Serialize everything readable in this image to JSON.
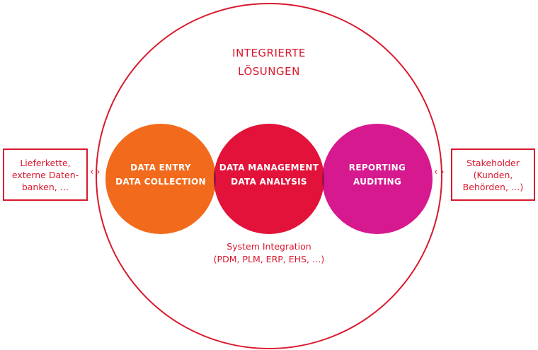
{
  "title": {
    "line1": "INTEGRIERTE",
    "line2": "LÖSUNGEN"
  },
  "circles": [
    {
      "line1": "DATA ENTRY",
      "line2": "DATA COLLECTION",
      "color": "#f26a1b"
    },
    {
      "line1": "DATA MANAGEMENT",
      "line2": "DATA ANALYSIS",
      "color": "#e3123a"
    },
    {
      "line1": "REPORTING",
      "line2": "AUDITING",
      "color": "#d6198f"
    }
  ],
  "overlap_color": "#9a1048",
  "accent_color": "#d9182d",
  "system": {
    "line1": "System Integration",
    "line2": "(PDM, PLM, ERP, EHS, …)"
  },
  "left_box": {
    "line1": "Lieferkette,",
    "line2": "externe Daten-",
    "line3": "banken, …"
  },
  "right_box": {
    "line1": "Stakeholder",
    "line2": "(Kunden,",
    "line3": "Behörden, …)"
  },
  "connectors": {
    "left": "‹ ›",
    "right": "‹ ›"
  }
}
